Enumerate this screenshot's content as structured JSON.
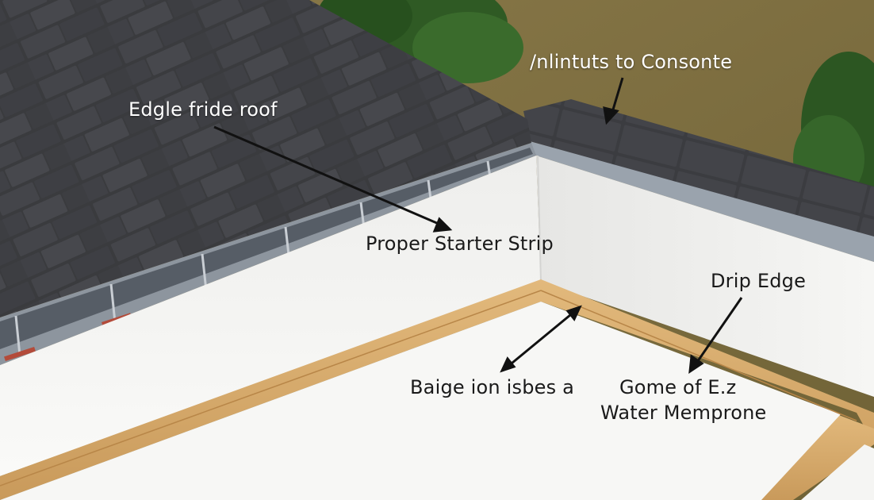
{
  "labels": {
    "top_right": "/nlintuts to Consonte",
    "top_left": "Edgle fride roof",
    "starter_strip": "Proper Starter Strip",
    "drip_edge": "Drip Edge",
    "bottom_left": "Baige ion isbes a",
    "bottom_right_line1": "Gome of  E.z",
    "bottom_right_line2": "Water Memprone"
  },
  "colors": {
    "shingle": "#3a3b3e",
    "membrane": "#f2f2f0",
    "wood": "#d9ae6f",
    "grass": "#7b6b3f",
    "foliage": "#2f5a24",
    "arrow": "#111111"
  }
}
